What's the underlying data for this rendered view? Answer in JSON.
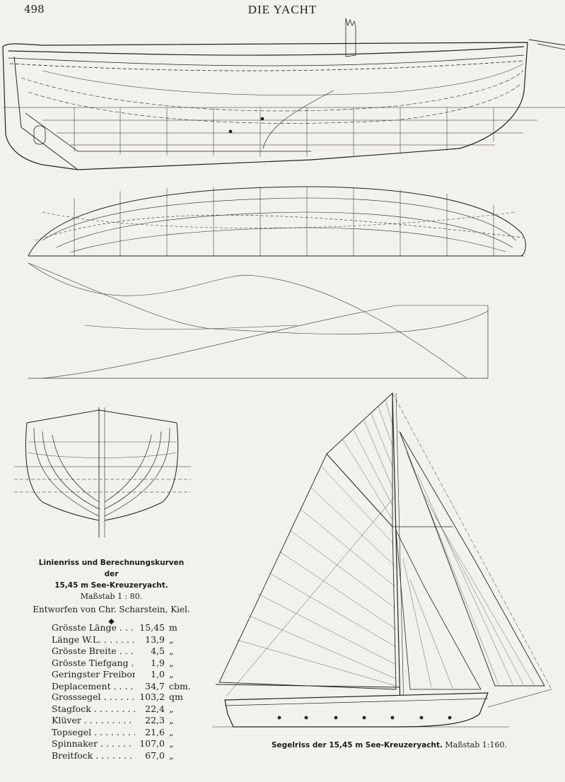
{
  "header": {
    "page_number": "498",
    "journal_title": "DIE YACHT"
  },
  "title_block": {
    "line1": "Linienriss und Berechnungskurven",
    "line2": "der",
    "line3": "15,45 m See-Kreuzeryacht.",
    "scale": "Maßstab 1 : 80.",
    "designer": "Entworfen von Chr. Scharstein, Kiel."
  },
  "hull_specs": [
    {
      "label": "Grösste Länge",
      "value": "15,45",
      "unit": "m"
    },
    {
      "label": "Länge W.L.",
      "value": "13,9",
      "unit": "„"
    },
    {
      "label": "Grösste Breite",
      "value": "4,5",
      "unit": "„"
    },
    {
      "label": "Grösste Tiefgang",
      "value": "1,9",
      "unit": "„"
    },
    {
      "label": "Geringster Freibord",
      "value": "1,0",
      "unit": "„"
    },
    {
      "label": "Deplacement",
      "value": "34,7",
      "unit": "cbm."
    }
  ],
  "sail_specs": [
    {
      "label": "Grosssegel",
      "value": "103,2",
      "unit": "qm"
    },
    {
      "label": "Stagfock",
      "value": "22,4",
      "unit": "„"
    },
    {
      "label": "Klüver",
      "value": "22,3",
      "unit": "„"
    },
    {
      "label": "Topsegel",
      "value": "21,6",
      "unit": "„"
    },
    {
      "label": "Spinnaker",
      "value": "107,0",
      "unit": "„"
    },
    {
      "label": "Breitfock",
      "value": "67,0",
      "unit": "„"
    }
  ],
  "sail_plan_caption": {
    "main": "Segelriss der 15,45 m See-Kreuzeryacht.",
    "scale": "Maßstab 1:160."
  }
}
